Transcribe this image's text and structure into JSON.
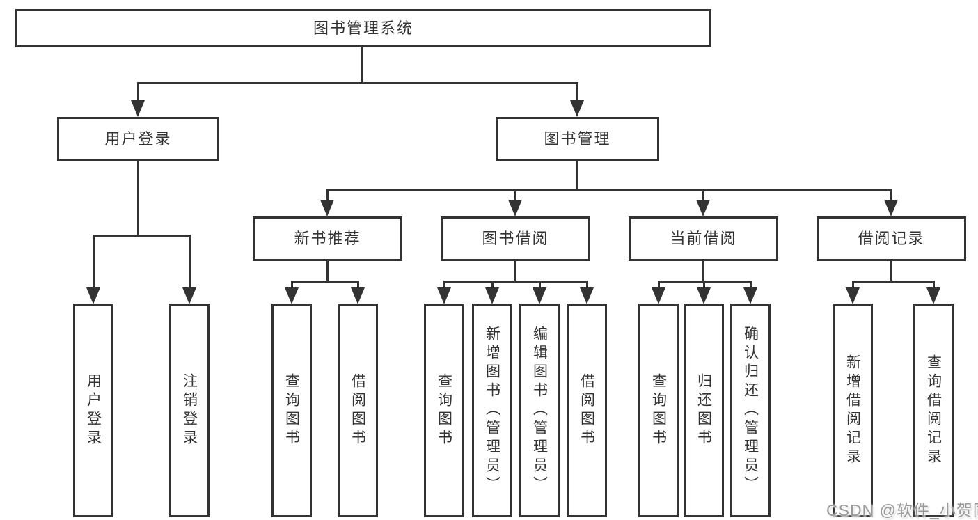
{
  "root": {
    "label": "图书管理系统"
  },
  "level2": [
    {
      "label": "用户登录"
    },
    {
      "label": "图书管理"
    }
  ],
  "level3": [
    {
      "label": "新书推荐"
    },
    {
      "label": "图书借阅"
    },
    {
      "label": "当前借阅"
    },
    {
      "label": "借阅记录"
    }
  ],
  "leaves": {
    "user_login": [
      "用户登录",
      "注销登录"
    ],
    "new_book_recommend": [
      "查询图书",
      "借阅图书"
    ],
    "book_borrow": [
      "查询图书",
      "新增图书（管理员）",
      "编辑图书（管理员）",
      "借阅图书"
    ],
    "current_borrow": [
      "查询图书",
      "归还图书",
      "确认归还（管理员）"
    ],
    "borrow_records": [
      "新增借阅记录",
      "查询借阅记录"
    ]
  },
  "watermark": {
    "text": "CSDN @软件_小贺同学"
  },
  "colors": {
    "line": "#333333",
    "box_border": "#333333",
    "box_fill": "#ffffff",
    "text": "#333333",
    "watermark": "#999999",
    "background": "#ffffff"
  }
}
